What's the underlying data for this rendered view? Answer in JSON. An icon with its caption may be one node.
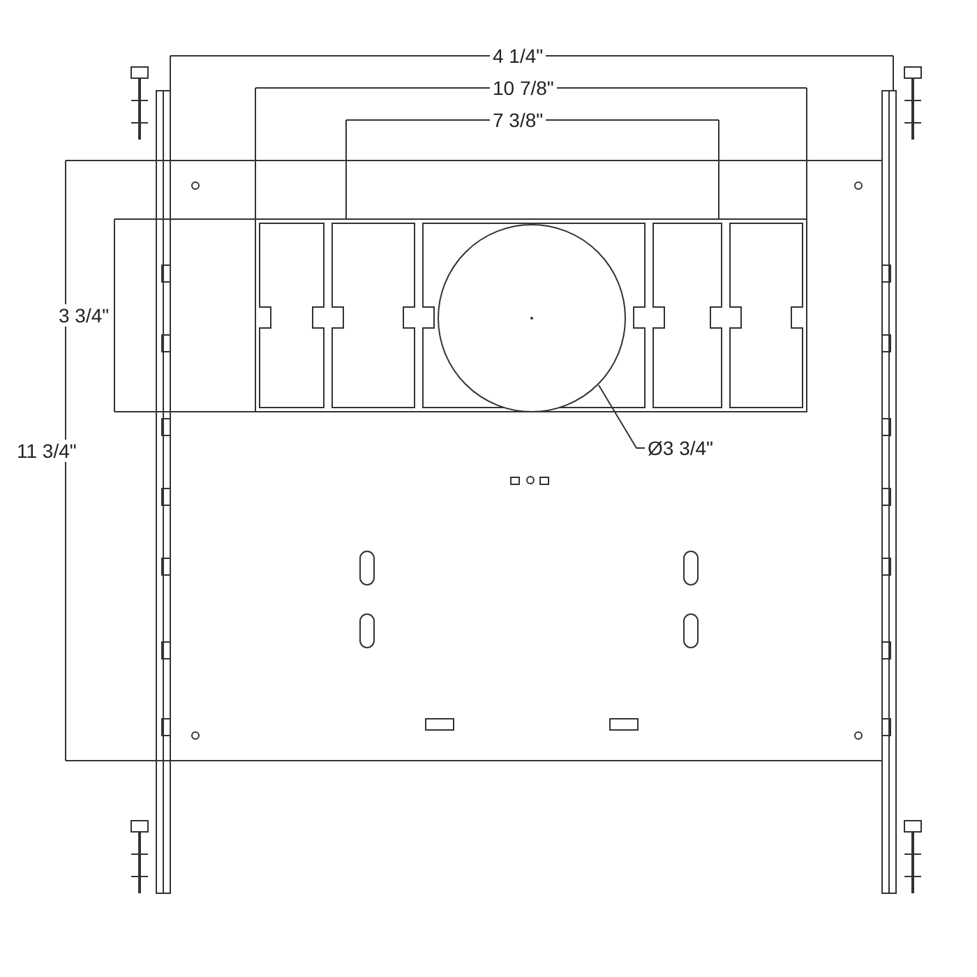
{
  "diagram": {
    "nodes": [
      {
        "text": [
          "Ø3 3/4\""
        ]
      },
      {
        "text": [],
        "shape": "circle"
      }
    ],
    "edges": [
      {
        "from": 0,
        "to": 1,
        "arrow": "none"
      }
    ],
    "labels": [
      "4 1/4\"",
      "10 7/8\"",
      "7 3/8\"",
      "3 3/4\"",
      "11 3/4\""
    ]
  }
}
